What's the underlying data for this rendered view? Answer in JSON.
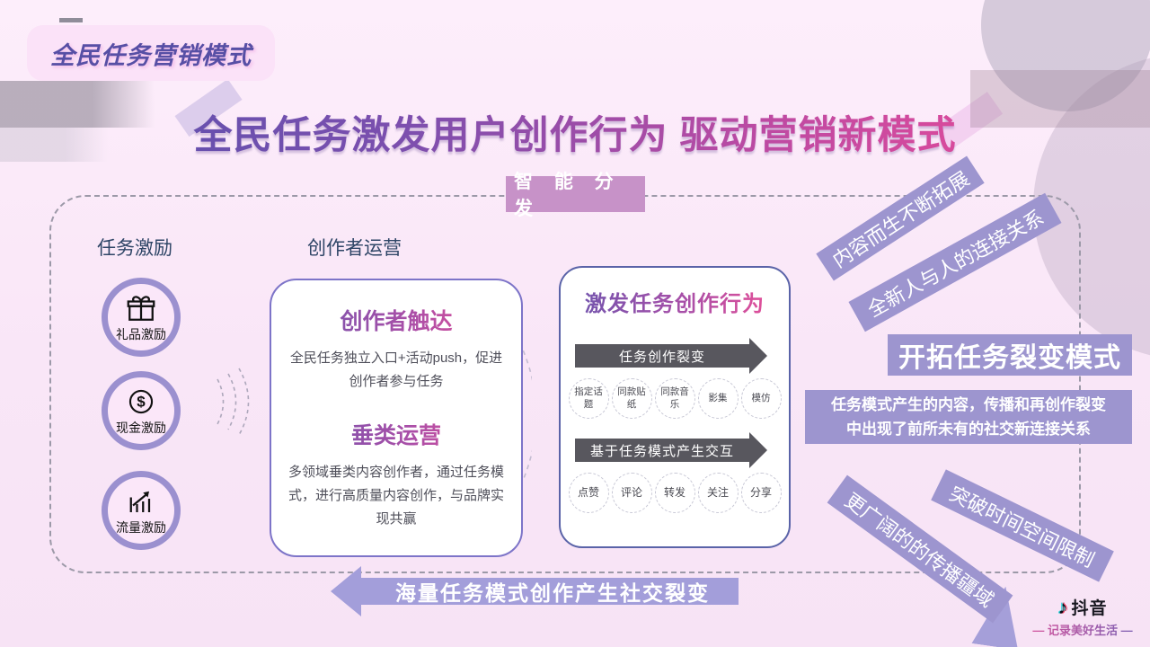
{
  "page": {
    "badge": "全民任务营销模式",
    "title": "全民任务激发用户创作行为 驱动营销新模式",
    "smart_label": "智 能 分 发"
  },
  "incentives": {
    "header": "任务激励",
    "items": [
      {
        "icon": "gift-icon",
        "label": "礼品激励"
      },
      {
        "icon": "dollar-coin-icon",
        "label": "现金激励"
      },
      {
        "icon": "traffic-chart-icon",
        "label": "流量激励"
      }
    ]
  },
  "creator_ops": {
    "header": "创作者运营",
    "sections": [
      {
        "title": "创作者触达",
        "body": "全民任务独立入口+活动push，促进创作者参与任务"
      },
      {
        "title": "垂类运营",
        "body": "多领域垂类内容创作者，通过任务模式，进行高质量内容创作，与品牌实现共赢"
      }
    ]
  },
  "task_behavior": {
    "title": "激发任务创作行为",
    "flows": [
      {
        "arrow_label": "任务创作裂变",
        "tags": [
          "指定话题",
          "同款贴纸",
          "同款音乐",
          "影集",
          "模仿"
        ]
      },
      {
        "arrow_label": "基于任务模式产生交互",
        "tags": [
          "点赞",
          "评论",
          "转发",
          "关注",
          "分享"
        ]
      }
    ]
  },
  "right_notes": {
    "banner1": "内容而生不断拓展",
    "banner2": "全新人与人的连接关系",
    "headline": "开拓任务裂变模式",
    "desc_line1": "任务模式产生的内容，传播和再创作裂变",
    "desc_line2": "中出现了前所未有的社交新连接关系",
    "banner3": "突破时间空间限制",
    "banner4": "更广阔的的传播疆域"
  },
  "bottom": {
    "arrow_label": "海量任务模式创作产生社交裂变",
    "logo_name": "抖音",
    "tagline": "— 记录美好生活 —"
  },
  "colors": {
    "background_pink": "#f9e6f7",
    "lavender_banner": "#9d95cf",
    "smart_label_pink": "#c792c8",
    "title_gradient_start": "#5651ae",
    "title_gradient_end": "#f14b96",
    "card_border_purple": "#7d74c8",
    "card_border_blue": "#5a63a8",
    "arrow_gray": "#58575e",
    "header_navy": "#2e4566",
    "bottom_arrow_lavender": "#a39eda"
  }
}
